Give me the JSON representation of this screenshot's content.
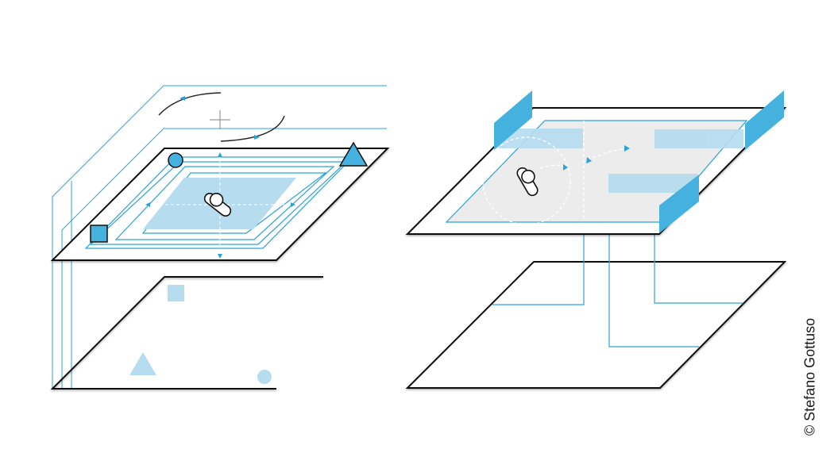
{
  "credit": "© Stefano Gottuso",
  "colors": {
    "stroke_black": "#111111",
    "stroke_blue": "#2aa3d8",
    "fill_light_blue": "#b5dcef",
    "fill_blue": "#45b1de",
    "fill_gray": "#ececec"
  },
  "icons": [
    "cursor-hand-icon",
    "circle-marker",
    "triangle-marker",
    "square-marker",
    "crosshair-icon"
  ]
}
